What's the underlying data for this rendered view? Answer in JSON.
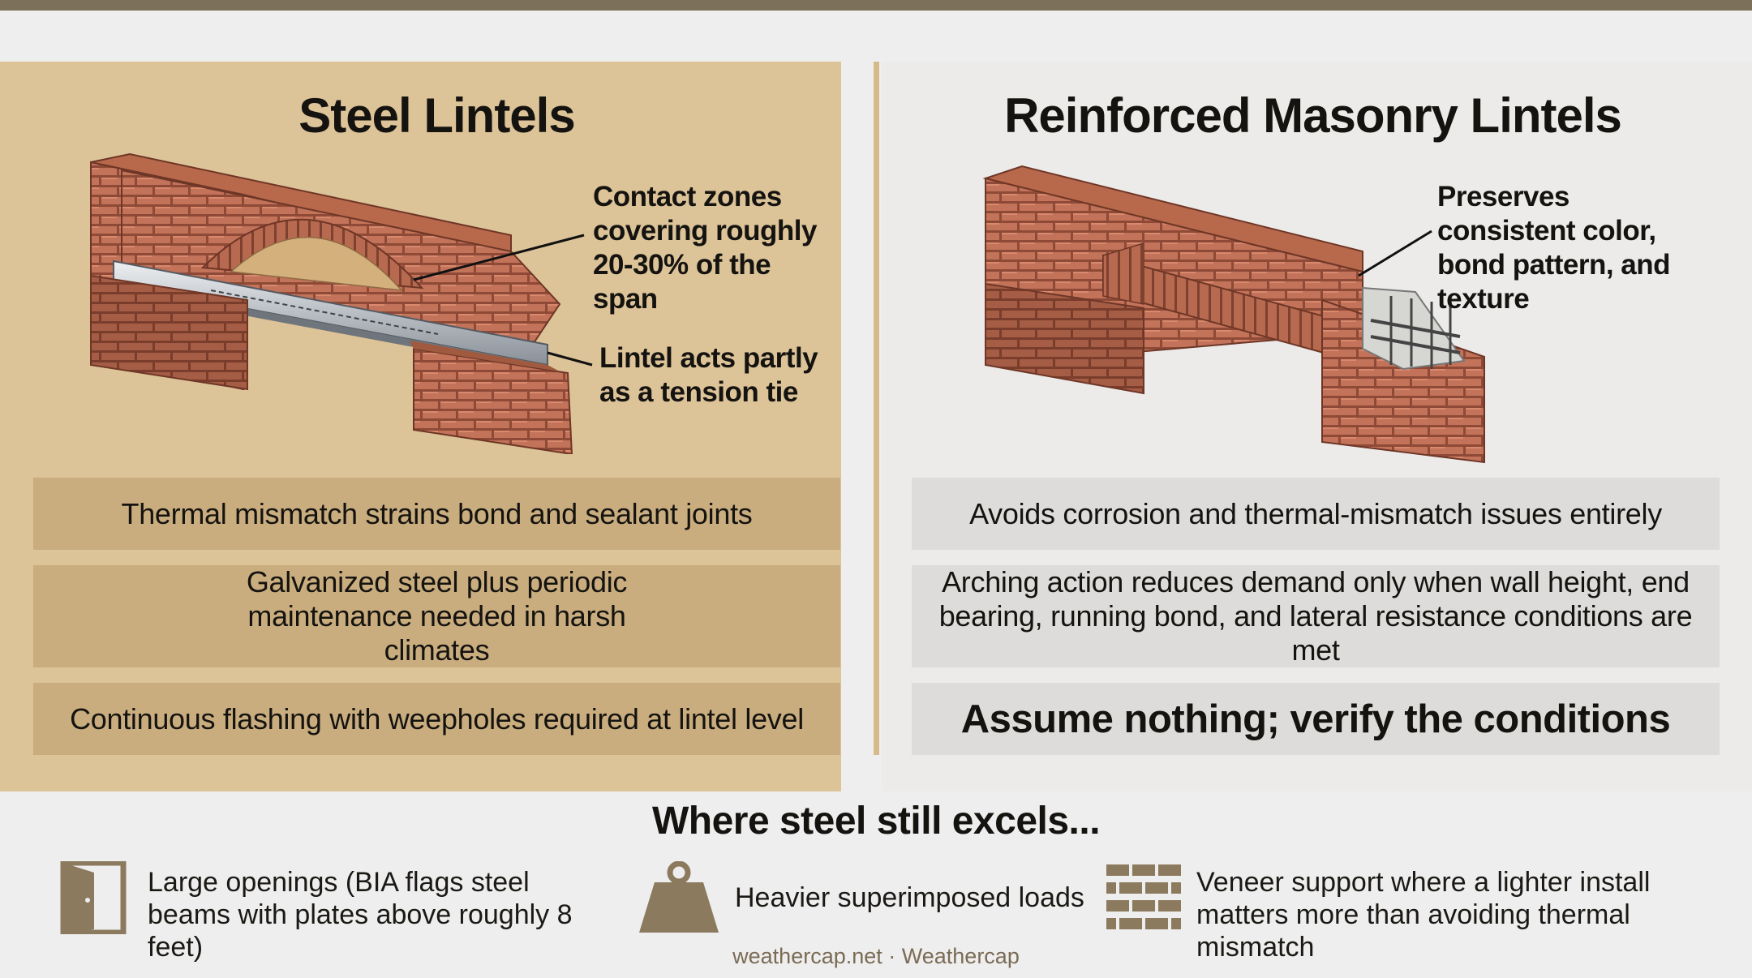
{
  "left": {
    "title": "Steel Lintels",
    "callouts": [
      "Contact zones covering roughly 20-30% of the span",
      "Lintel acts partly as a tension tie"
    ],
    "bars": [
      "Thermal mismatch strains bond and sealant joints",
      "Galvanized steel plus periodic maintenance needed in harsh climates",
      "Continuous flashing with weepholes required at lintel level"
    ]
  },
  "right": {
    "title": "Reinforced Masonry Lintels",
    "callouts": [
      "Preserves consistent color, bond pattern, and texture"
    ],
    "bars": [
      "Avoids corrosion and thermal-mismatch issues entirely",
      "Arching action reduces demand only when wall height, end bearing, running bond, and lateral resistance conditions are met",
      "Assume nothing; verify the conditions"
    ]
  },
  "bottom": {
    "heading": "Where steel still excels...",
    "items": [
      {
        "icon": "door-icon",
        "text": "Large openings (BIA flags steel beams with plates above roughly 8 feet)"
      },
      {
        "icon": "weight-icon",
        "text": "Heavier superimposed loads"
      },
      {
        "icon": "brick-wall-icon",
        "text": "Veneer support where a lighter install matters more than avoiding thermal mismatch"
      }
    ]
  },
  "footer": "weathercap.net · Weathercap",
  "colors": {
    "tan": "#dcc398",
    "tan_bar": "#c9ad7e",
    "grey_bar": "#dddcda",
    "brick": "#b8694c",
    "icon": "#8c7a5e"
  }
}
